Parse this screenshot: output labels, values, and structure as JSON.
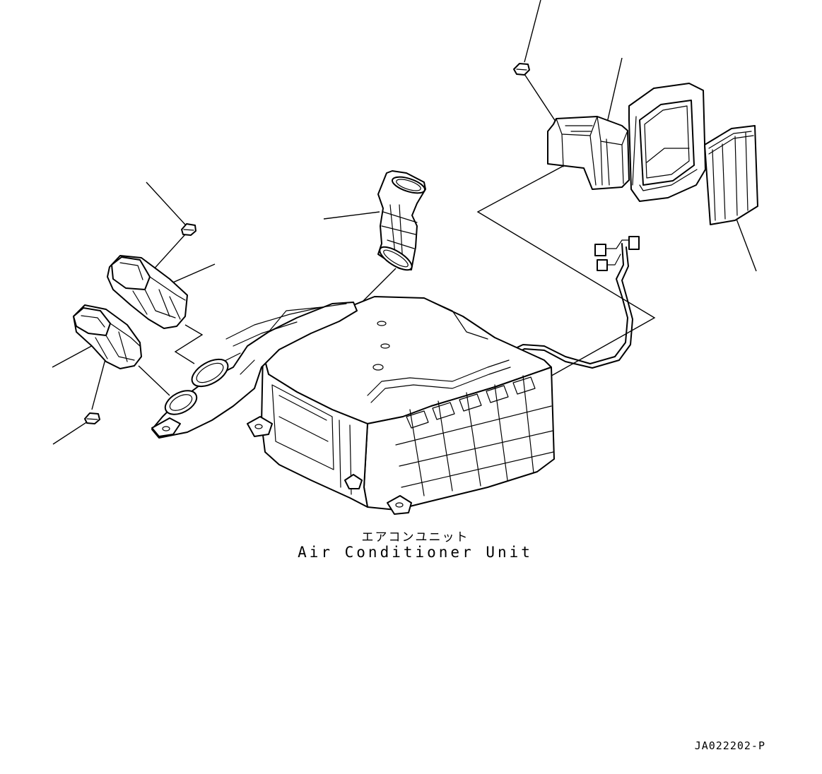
{
  "diagram": {
    "caption_jp": "エアコンユニット",
    "caption_en": "Air Conditioner Unit",
    "drawing_number": "JA022202-P"
  },
  "parts": [
    {
      "icon": "air-conditioner-unit-icon"
    },
    {
      "icon": "upper-duct-icon"
    },
    {
      "icon": "left-duct-upper-icon"
    },
    {
      "icon": "left-duct-lower-icon"
    },
    {
      "icon": "intake-duct-icon"
    },
    {
      "icon": "filter-frame-icon"
    },
    {
      "icon": "air-filter-icon"
    },
    {
      "icon": "wire-harness-icon"
    },
    {
      "icon": "clip-icon"
    }
  ]
}
